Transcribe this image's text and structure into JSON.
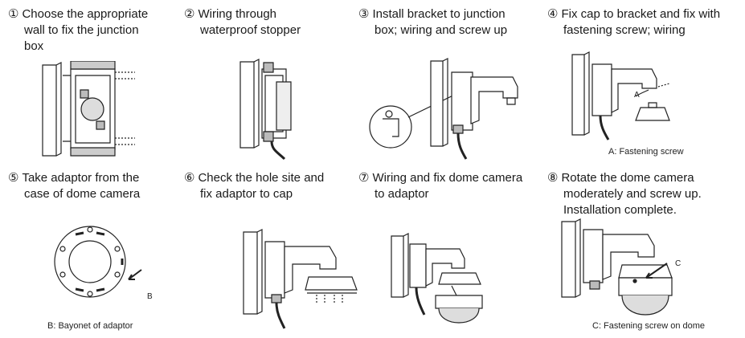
{
  "steps": [
    {
      "number": "①",
      "lines": [
        "Choose the appropriate",
        "wall to fix the junction",
        "box"
      ],
      "caption": ""
    },
    {
      "number": "②",
      "lines": [
        "Wiring through",
        "waterproof stopper"
      ],
      "caption": ""
    },
    {
      "number": "③",
      "lines": [
        "Install bracket to junction",
        "box; wiring and screw up"
      ],
      "caption": ""
    },
    {
      "number": "④",
      "lines": [
        "Fix cap to bracket and fix with",
        "fastening screw; wiring"
      ],
      "caption": "A: Fastening screw",
      "label": "A"
    },
    {
      "number": "⑤",
      "lines": [
        "Take adaptor from the",
        "case of dome camera"
      ],
      "caption": "B: Bayonet of adaptor",
      "label": "B"
    },
    {
      "number": "⑥",
      "lines": [
        "Check the hole site and",
        "fix adaptor to cap"
      ],
      "caption": ""
    },
    {
      "number": "⑦",
      "lines": [
        "Wiring and fix dome camera",
        "to adaptor"
      ],
      "caption": ""
    },
    {
      "number": "⑧",
      "lines": [
        "Rotate the dome camera",
        "moderately and screw up.",
        "Installation complete."
      ],
      "caption": "C: Fastening screw on dome",
      "label": "C"
    }
  ]
}
